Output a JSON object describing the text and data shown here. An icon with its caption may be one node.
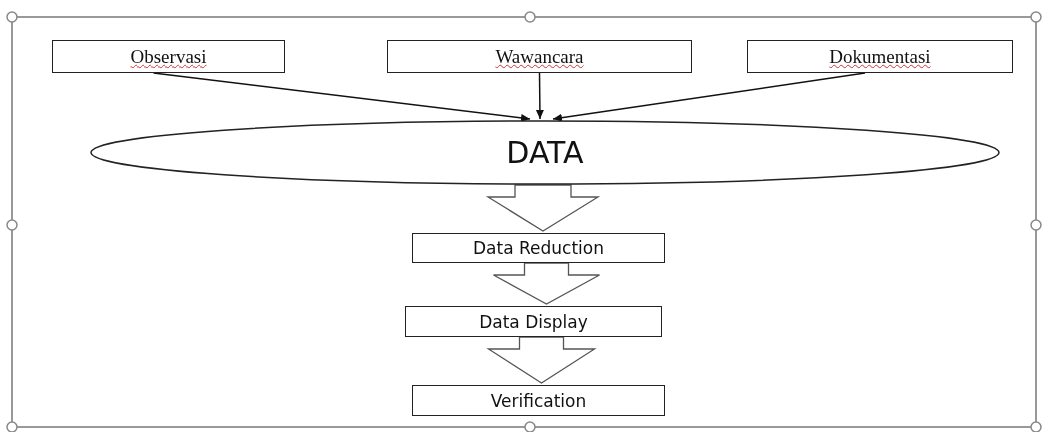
{
  "diagram": {
    "nodes": [
      {
        "text": [
          "Observasi"
        ]
      },
      {
        "text": [
          "Wawancara"
        ]
      },
      {
        "text": [
          "Dokumentasi"
        ]
      },
      {
        "text": [
          "DATA"
        ]
      },
      {
        "text": [
          "Data Reduction"
        ]
      },
      {
        "text": [
          "Data Display"
        ]
      },
      {
        "text": [
          "Verification"
        ]
      }
    ],
    "edges": [
      {
        "from": 0,
        "to": 3,
        "arrow": "to"
      },
      {
        "from": 1,
        "to": 3,
        "arrow": "to"
      },
      {
        "from": 2,
        "to": 3,
        "arrow": "to"
      },
      {
        "from": 3,
        "to": 4,
        "arrow": "to",
        "style": "thick"
      },
      {
        "from": 4,
        "to": 5,
        "arrow": "to",
        "style": "thick"
      },
      {
        "from": 5,
        "to": 6,
        "arrow": "to",
        "style": "thick"
      }
    ]
  }
}
